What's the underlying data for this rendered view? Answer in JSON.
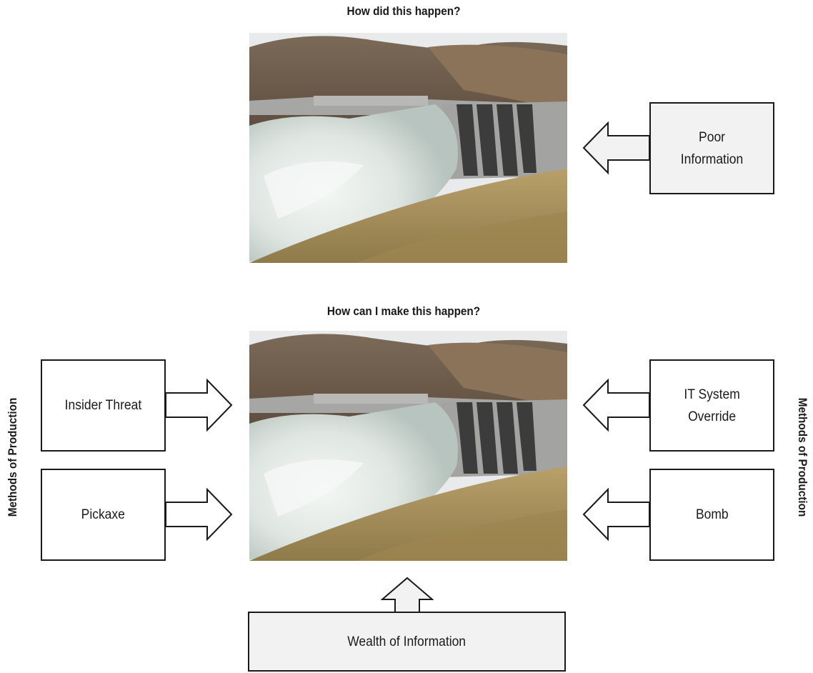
{
  "top_panel": {
    "title": "How did this happen?",
    "info_box": {
      "label": "Poor\nInformation",
      "fill": "#f2f2f2"
    }
  },
  "bottom_panel": {
    "title": "How can I make this happen?",
    "left_label": "Methods of Production",
    "right_label": "Methods of Production",
    "left_boxes": [
      {
        "label": "Insider Threat"
      },
      {
        "label": "Pickaxe"
      }
    ],
    "right_boxes": [
      {
        "label": "IT System\nOverride"
      },
      {
        "label": "Bomb"
      }
    ],
    "bottom_box": {
      "label": "Wealth of Information",
      "fill": "#f2f2f2"
    }
  },
  "photo": {
    "subject": "dam-spillway-photo",
    "colors": {
      "sky": "#e8eaec",
      "hills": "#6e5a4a",
      "water": "#e6ece8",
      "concrete": "#a8a8a6",
      "grass": "#b09a62"
    }
  }
}
